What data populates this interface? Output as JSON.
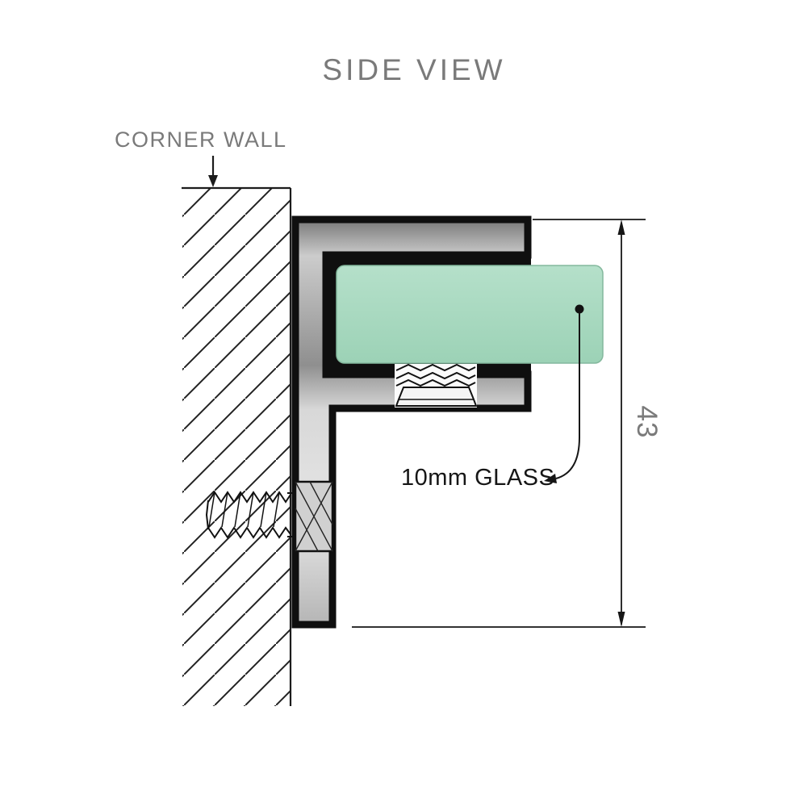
{
  "title": "SIDE VIEW",
  "labels": {
    "corner_wall": "CORNER WALL",
    "glass": "10mm GLASS",
    "dimension_43": "43"
  },
  "colors": {
    "label_gray": "#7a7a7a",
    "text_dark": "#161616",
    "line": "#1c1c1c",
    "outline": "#0f0f0f",
    "glass_fill_top": "#b5e0ca",
    "glass_fill_bottom": "#9cd2b6",
    "glass_edge": "#84b89d",
    "metal_stops": [
      "#787878",
      "#cccccc",
      "#8f8f8f",
      "#d8d8d8",
      "#e6e6e6",
      "#b5b5b5"
    ]
  }
}
